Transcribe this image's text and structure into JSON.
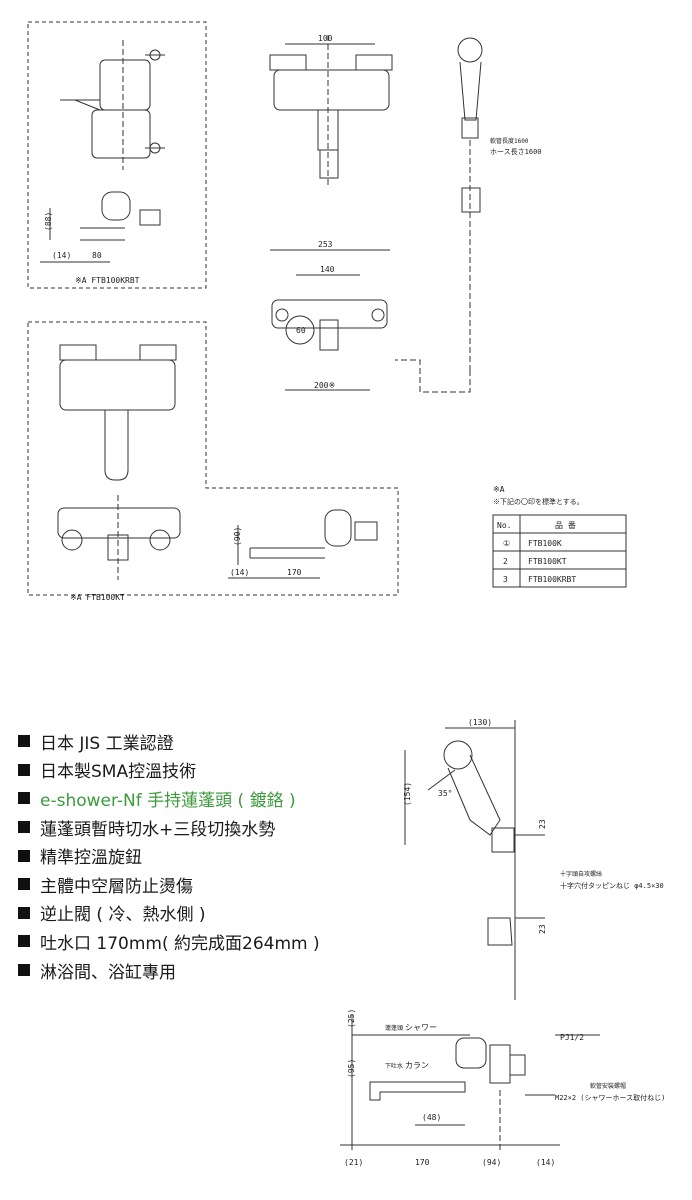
{
  "features": [
    {
      "text": "日本 JIS 工業認證",
      "color": "#1a1a1a"
    },
    {
      "text": "日本製SMA控溫技術",
      "color": "#1a1a1a"
    },
    {
      "text": "e-shower-Nf 手持蓮蓬頭 ( 鍍鉻 )",
      "color": "#3c9b3c"
    },
    {
      "text": "蓮蓬頭暫時切水+三段切換水勢",
      "color": "#1a1a1a"
    },
    {
      "text": "精準控溫旋鈕",
      "color": "#1a1a1a"
    },
    {
      "text": "主體中空層防止燙傷",
      "color": "#1a1a1a"
    },
    {
      "text": "逆止閥 ( 冷、熱水側 )",
      "color": "#1a1a1a"
    },
    {
      "text": "吐水口 170mm( 約完成面264mm )",
      "color": "#1a1a1a"
    },
    {
      "text": "淋浴間、浴缸專用",
      "color": "#1a1a1a"
    }
  ],
  "top_drawing": {
    "variant_a_label": "※A  FTB100KRBT",
    "variant_b_label": "※A  FTB100KT",
    "dim_88": "(88)",
    "dim_14": "(14)",
    "dim_80": "80",
    "dim_100": "100",
    "dim_253": "253",
    "dim_140": "140",
    "dim_60": "60",
    "dim_200": "200※",
    "dim_90": "(90)",
    "dim_14b": "(14)",
    "dim_170": "170",
    "hose_note_1": "軟管長度1600",
    "hose_note_2": "ホース長さ1600",
    "note_a": "※A",
    "note_b": "※下記の〇印を標準とする。",
    "table_header": [
      "No.",
      "品  番"
    ],
    "table_rows": [
      [
        "①",
        "FTB100K"
      ],
      [
        "2",
        "FTB100KT"
      ],
      [
        "3",
        "FTB100KRBT"
      ]
    ]
  },
  "side_drawing": {
    "dim_130": "(130)",
    "dim_154": "(154)",
    "angle_35": "35°",
    "dim_23a": "23",
    "dim_23b": "23",
    "screw_note_1": "十字頭自攻螺絲",
    "screw_note_2": "十字穴付タッピンねじ  φ4.5×30",
    "dim_25": "(25)",
    "shower_label_1": "蓮蓬頭",
    "shower_label_2": "シャワー",
    "spout_label_1": "下吐水",
    "spout_label_2": "カラン",
    "pj_label": "PJ1/2",
    "dim_95": "(95)",
    "fix_note_1": "軟管安裝螺帽",
    "fix_note_2": "M22×2 (シャワーホース取付ねじ)",
    "dim_48": "(48)",
    "dim_21": "(21)",
    "dim_170b": "170",
    "dim_94": "(94)",
    "dim_14c": "(14)"
  }
}
